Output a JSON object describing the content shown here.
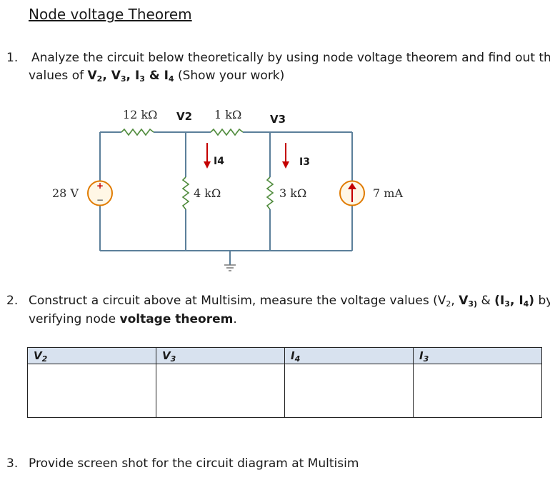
{
  "title": "Node voltage Theorem",
  "q1": {
    "number": "1.",
    "line1": "Analyze the circuit below theoretically by using node voltage theorem and find out the",
    "line2_prefix": "values of ",
    "line2_v2": "V",
    "line2_v2_sub": "2",
    "line2_sep1": ", ",
    "line2_v3": "V",
    "line2_v3_sub": "3",
    "line2_sep2": ", ",
    "line2_i3": "I",
    "line2_i3_sub": "3",
    "line2_amp": " & ",
    "line2_i4": "I",
    "line2_i4_sub": "4",
    "line2_suffix": " (Show your work)"
  },
  "circuit": {
    "r1": "12 kΩ",
    "node_v2": "V2",
    "r2": "1 kΩ",
    "node_v3": "V3",
    "i4": "I4",
    "i3": "I3",
    "source_v": "28 V",
    "r3": "4 kΩ",
    "r4": "3 kΩ",
    "source_i": "7 mA",
    "plus": "+",
    "minus": "−"
  },
  "q2": {
    "number": "2.",
    "line1_a": "Construct a circuit above at Multisim, measure the voltage values (V",
    "line1_a_sub": "2",
    "line1_b": ", ",
    "line1_v3": "V",
    "line1_v3_sub": "3)",
    "line1_c": " & ",
    "line1_i": "(I",
    "line1_i3_sub": "3",
    "line1_d": ", I",
    "line1_i4_sub": "4",
    "line1_e": ")",
    "line1_f": " by",
    "line2_prefix": "verifying node ",
    "line2_bold": "voltage theorem",
    "line2_suffix": "."
  },
  "table": {
    "headers": [
      {
        "main": "V",
        "sub": "2"
      },
      {
        "main": "V",
        "sub": "3"
      },
      {
        "main": "I",
        "sub": "4"
      },
      {
        "main": "I",
        "sub": "3"
      }
    ]
  },
  "q3": {
    "number": "3.",
    "text": "Provide screen shot for the circuit diagram at Multisim"
  }
}
